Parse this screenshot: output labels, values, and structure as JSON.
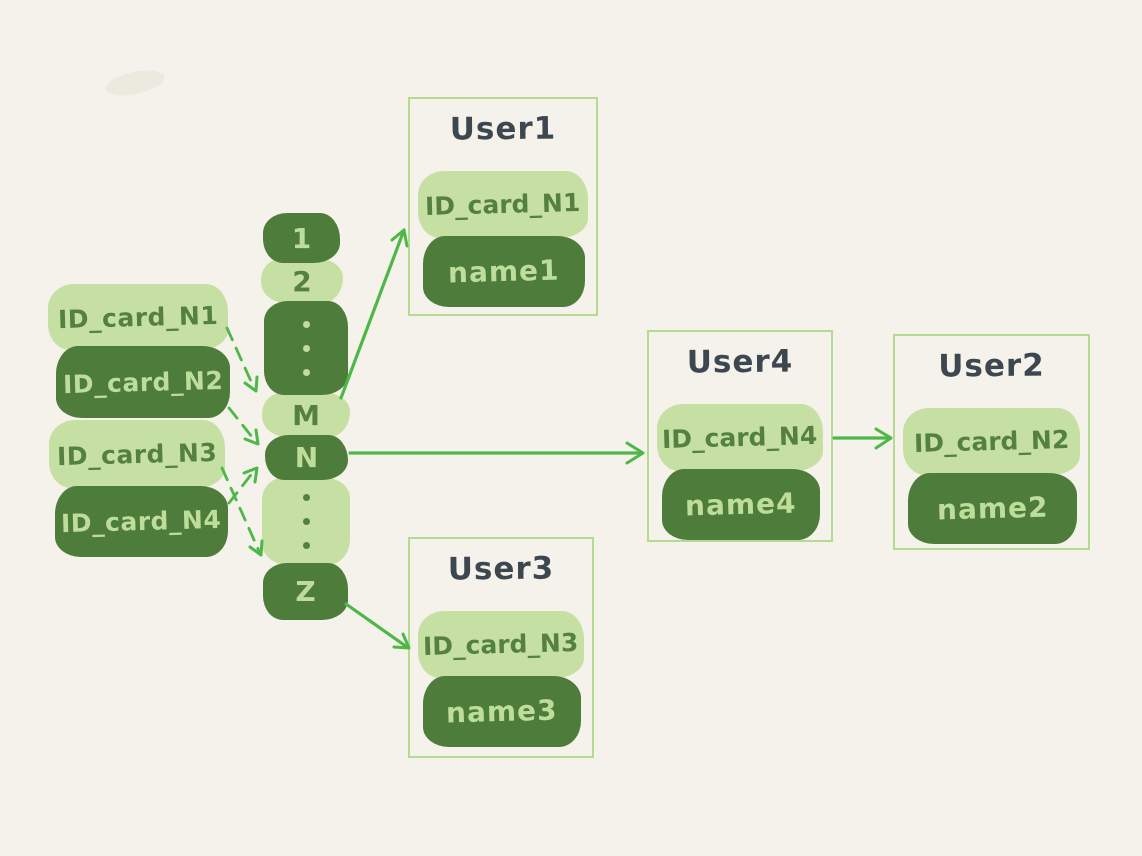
{
  "colors": {
    "background": "#f4f2ea",
    "chip_light_green": "#c6e0a4",
    "chip_dark_green": "#4e7d3b",
    "text_on_light": "#55813e",
    "text_on_dark": "#bedd9a",
    "arrow_green": "#4db848",
    "user_box_border": "#b5da92",
    "user_title_color": "#3d474f"
  },
  "id_cards": [
    {
      "label": "ID_card_N1",
      "variant": "light"
    },
    {
      "label": "ID_card_N2",
      "variant": "dark"
    },
    {
      "label": "ID_card_N3",
      "variant": "light"
    },
    {
      "label": "ID_card_N4",
      "variant": "dark"
    }
  ],
  "hash_buckets": [
    {
      "label": "1",
      "variant": "dark"
    },
    {
      "label": "2",
      "variant": "light"
    },
    {
      "label": "⋮",
      "variant": "dark",
      "ellipsis": true
    },
    {
      "label": "M",
      "variant": "light"
    },
    {
      "label": "N",
      "variant": "dark"
    },
    {
      "label": "⋮",
      "variant": "light",
      "ellipsis": true
    },
    {
      "label": "Z",
      "variant": "dark"
    }
  ],
  "users": [
    {
      "title": "User1",
      "id_card": "ID_card_N1",
      "name": "name1"
    },
    {
      "title": "User3",
      "id_card": "ID_card_N3",
      "name": "name3"
    },
    {
      "title": "User4",
      "id_card": "ID_card_N4",
      "name": "name4"
    },
    {
      "title": "User2",
      "id_card": "ID_card_N2",
      "name": "name2"
    }
  ],
  "edges": [
    {
      "from": "ID_card_N1",
      "to": "bucket-M",
      "style": "dashed"
    },
    {
      "from": "ID_card_N2",
      "to": "bucket-N",
      "style": "dashed"
    },
    {
      "from": "ID_card_N3",
      "to": "bucket-Z",
      "style": "dashed"
    },
    {
      "from": "ID_card_N4",
      "to": "bucket-N",
      "style": "dashed"
    },
    {
      "from": "bucket-M",
      "to": "User1",
      "style": "solid"
    },
    {
      "from": "bucket-N",
      "to": "User4",
      "style": "solid"
    },
    {
      "from": "bucket-Z",
      "to": "User3",
      "style": "solid"
    },
    {
      "from": "User4",
      "to": "User2",
      "style": "solid"
    }
  ]
}
